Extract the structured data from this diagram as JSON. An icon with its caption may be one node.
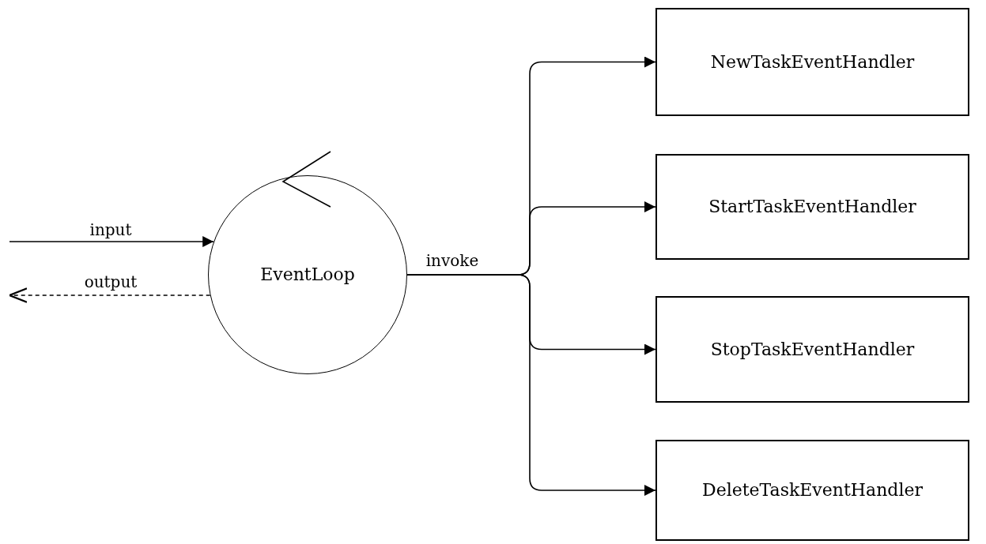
{
  "diagram": {
    "nodes": [
      {
        "text": [
          "EventLoop"
        ]
      },
      {
        "text": [
          "NewTaskEventHandler"
        ]
      },
      {
        "text": [
          "StartTaskEventHandler"
        ]
      },
      {
        "text": [
          "StopTaskEventHandler"
        ]
      },
      {
        "text": [
          "DeleteTaskEventHandler"
        ]
      }
    ],
    "edges": [
      {
        "from": null,
        "to": 0,
        "arrow": "to",
        "label": "input"
      },
      {
        "from": 0,
        "to": null,
        "arrow": "to",
        "style": "dashed",
        "label": "output"
      },
      {
        "from": 0,
        "to": 1,
        "arrow": "to",
        "label": "invoke"
      },
      {
        "from": 0,
        "to": 2,
        "arrow": "to"
      },
      {
        "from": 0,
        "to": 3,
        "arrow": "to"
      },
      {
        "from": 0,
        "to": 4,
        "arrow": "to"
      }
    ]
  }
}
